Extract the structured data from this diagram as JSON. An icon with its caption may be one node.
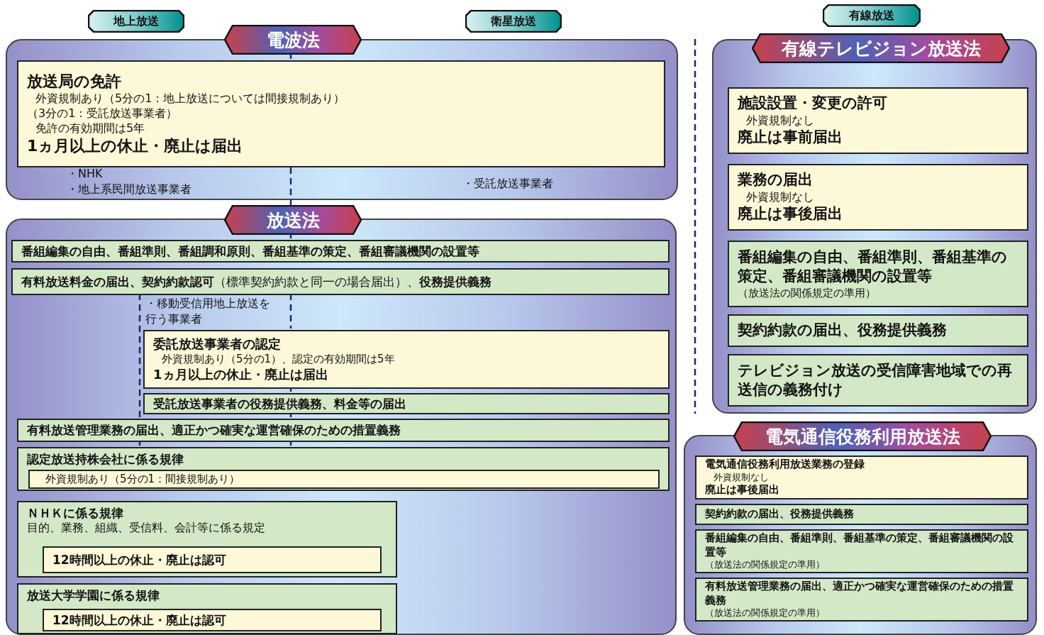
{
  "diagram": {
    "nodes": [
      {
        "text": [
          "地上放送"
        ]
      },
      {
        "text": [
          "衛星放送"
        ]
      },
      {
        "text": [
          "有線放送"
        ]
      },
      {
        "text": [
          "電波法"
        ]
      },
      {
        "text": [
          "放送局の免許",
          "外資規制あり（5分の1：地上放送については間接規制あり）",
          "（3分の1：受託放送事業者）",
          "免許の有効期間は5年",
          "1ヵ月以上の休止・廃止は届出"
        ],
        "in": 3
      },
      {
        "text": [
          "放送法"
        ]
      },
      {
        "text": [
          "番組編集の自由、番組準則、番組調和原則、番組基準の策定、番組審議機関の設置等"
        ],
        "in": 5
      },
      {
        "text": [
          "**有料放送料金の届出、契約約款認可**（標準契約約款と同一の場合届出）、**役務提供義務**"
        ],
        "in": 5
      },
      {
        "text": [
          "委託放送事業者の認定",
          "外資規制あり（5分の1）、認定の有効期間は5年",
          "1ヵ月以上の休止・廃止は届出"
        ],
        "in": 5
      },
      {
        "text": [
          "受託放送事業者の役務提供義務、料金等の届出"
        ],
        "in": 5
      },
      {
        "text": [
          "有料放送管理業務の届出、適正かつ確実な運営確保のための措置義務"
        ],
        "in": 5
      },
      {
        "text": [
          "認定放送持株会社に係る規律"
        ],
        "in": 5
      },
      {
        "text": [
          "外資規制あり（5分の1：間接規制あり）"
        ],
        "in": 11
      },
      {
        "text": [
          "ＮＨＫに係る規律",
          "目的、業務、組織、受信料、会計等に係る規定"
        ],
        "in": 5
      },
      {
        "text": [
          "12時間以上の休止・廃止は認可"
        ],
        "in": 13
      },
      {
        "text": [
          "放送大学学園に係る規律"
        ],
        "in": 5
      },
      {
        "text": [
          "12時間以上の休止・廃止は認可"
        ],
        "in": 15
      },
      {
        "text": [
          "有線テレビジョン放送法"
        ]
      },
      {
        "text": [
          "施設設置・変更の許可",
          "外資規制なし",
          "廃止は事前届出"
        ],
        "in": 17
      },
      {
        "text": [
          "業務の届出",
          "外資規制なし",
          "廃止は事後届出"
        ],
        "in": 17
      },
      {
        "text": [
          "番組編集の自由、番組準則、番組基準の策定、番組審議機関の設置等",
          "（放送法の関係規定の準用）"
        ],
        "in": 17
      },
      {
        "text": [
          "契約約款の届出、役務提供義務"
        ],
        "in": 17
      },
      {
        "text": [
          "テレビジョン放送の受信障害地域での再送信の義務付け"
        ],
        "in": 17
      },
      {
        "text": [
          "電気通信役務利用放送法"
        ]
      },
      {
        "text": [
          "電気通信役務利用放送業務の登録",
          "外資規制なし",
          "廃止は事後届出"
        ],
        "in": 23
      },
      {
        "text": [
          "契約約款の届出、役務提供義務"
        ],
        "in": 23
      },
      {
        "text": [
          "番組編集の自由、番組準則、番組基準の策定、番組審議機関の設置等",
          "（放送法の関係規定の準用）"
        ],
        "in": 23
      },
      {
        "text": [
          "有料放送管理業務の届出、適正かつ確実な運営確保のための措置義務",
          "（放送法の関係規定の準用）"
        ],
        "in": 23
      }
    ],
    "labels": [
      "・NHK",
      "・地上系民間放送事業者",
      "・受託放送事業者",
      "・移動受信用地上放送を行う事業者"
    ]
  }
}
